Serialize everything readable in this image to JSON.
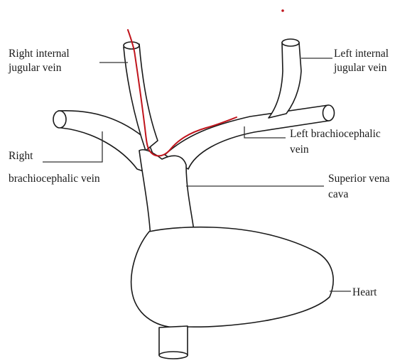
{
  "diagram": {
    "labels": {
      "right_internal_jugular_line1": "Right internal",
      "right_internal_jugular_line2": "jugular vein",
      "left_internal_jugular_line1": "Left internal",
      "left_internal_jugular_line2": "jugular vein",
      "right_brachiocephalic_line1": "Right",
      "right_brachiocephalic_line2": "brachiocephalic vein",
      "left_brachiocephalic_line1": "Left brachiocephalic",
      "left_brachiocephalic_line2": "vein",
      "superior_vena_cava_line1": "Superior vena",
      "superior_vena_cava_line2": "cava",
      "heart": "Heart"
    },
    "colors": {
      "outline": "#1a1a1a",
      "catheter_path": "#c0141c",
      "background": "#ffffff"
    }
  }
}
